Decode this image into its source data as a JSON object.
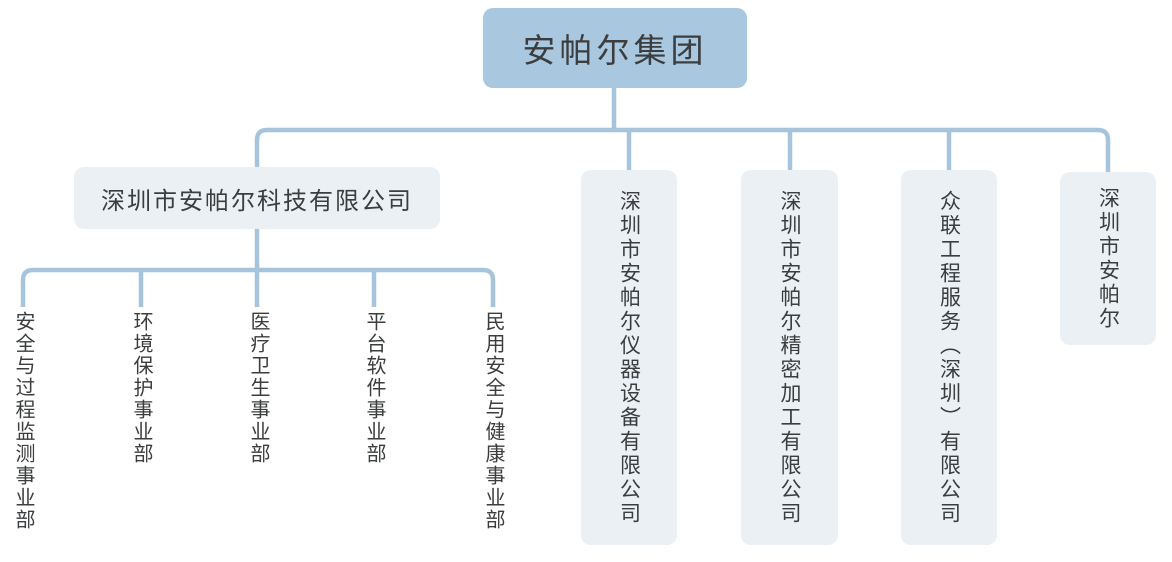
{
  "colors": {
    "root_box_bg": "#a9c7de",
    "child_box_bg": "#ebf0f4",
    "line": "#a6c4db",
    "text": "#3b3d3e"
  },
  "org": {
    "root": {
      "label": "安帕尔集团"
    },
    "companies": [
      {
        "label": "深圳市安帕尔科技有限公司"
      },
      {
        "label": "深圳市安帕尔仪器设备有限公司"
      },
      {
        "label": "深圳市安帕尔精密加工有限公司"
      },
      {
        "label": "众联工程服务（深圳）有限公司"
      },
      {
        "label": "深圳市安帕尔"
      }
    ],
    "divisions": [
      {
        "label": "安全与过程监测事业部"
      },
      {
        "label": "环境保护事业部"
      },
      {
        "label": "医疗卫生事业部"
      },
      {
        "label": "平台软件事业部"
      },
      {
        "label": "民用安全与健康事业部"
      }
    ]
  }
}
